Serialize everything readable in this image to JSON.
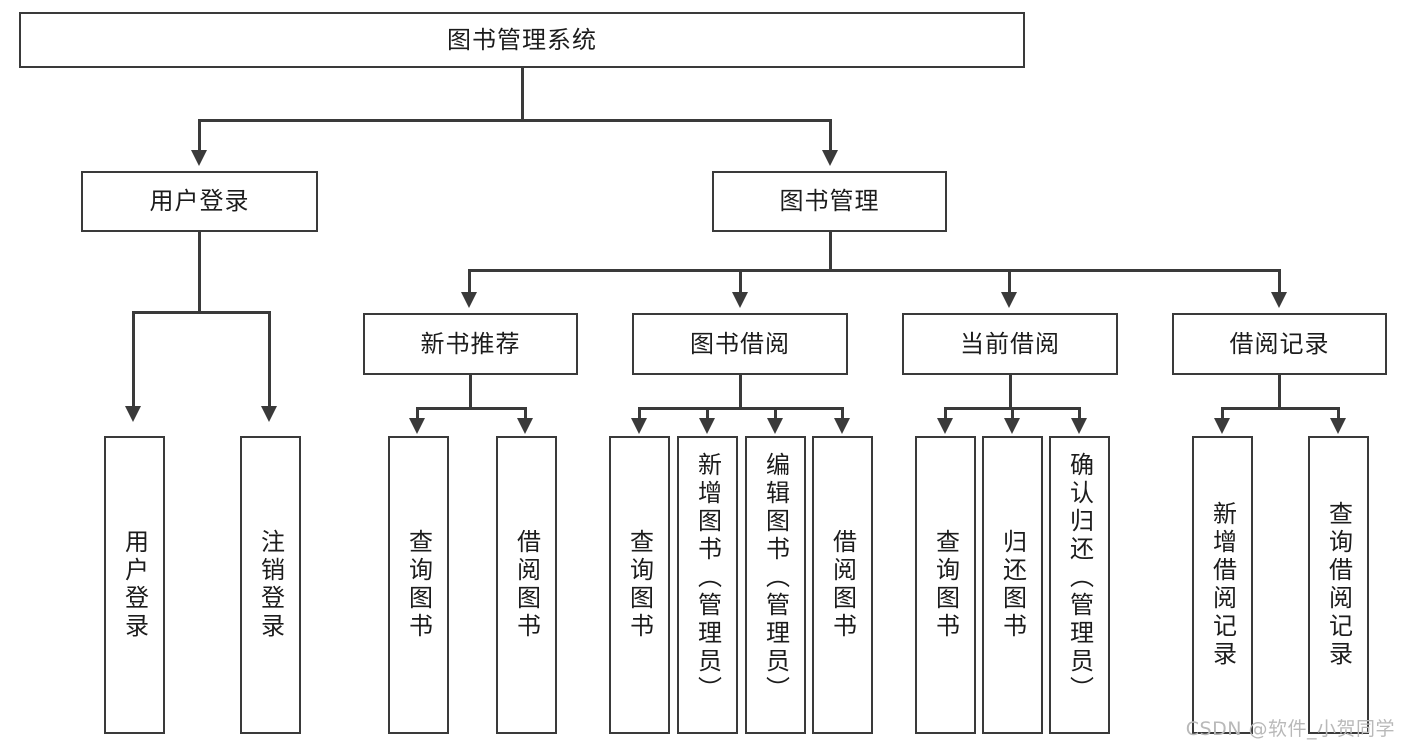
{
  "diagram": {
    "title": "图书管理系统",
    "root": {
      "label": "图书管理系统"
    },
    "level2": [
      {
        "label": "用户登录"
      },
      {
        "label": "图书管理"
      }
    ],
    "level3": [
      {
        "label": "新书推荐"
      },
      {
        "label": "图书借阅"
      },
      {
        "label": "当前借阅"
      },
      {
        "label": "借阅记录"
      }
    ],
    "leaves": {
      "user_login": [
        {
          "label": "用户登录"
        },
        {
          "label": "注销登录"
        }
      ],
      "new_book_recommend": [
        {
          "label": "查询图书"
        },
        {
          "label": "借阅图书"
        }
      ],
      "book_borrow": [
        {
          "label": "查询图书"
        },
        {
          "label": "新增图书（管理员）"
        },
        {
          "label": "编辑图书（管理员）"
        },
        {
          "label": "借阅图书"
        }
      ],
      "current_borrow": [
        {
          "label": "查询图书"
        },
        {
          "label": "归还图书"
        },
        {
          "label": "确认归还（管理员）"
        }
      ],
      "borrow_record": [
        {
          "label": "新增借阅记录"
        },
        {
          "label": "查询借阅记录"
        }
      ]
    }
  },
  "watermark": {
    "text": "CSDN @软件_小贺同学"
  },
  "colors": {
    "stroke": "#3a3a3a",
    "text": "#1c1c1c",
    "background": "#ffffff",
    "watermark": "#b9b9b9"
  }
}
